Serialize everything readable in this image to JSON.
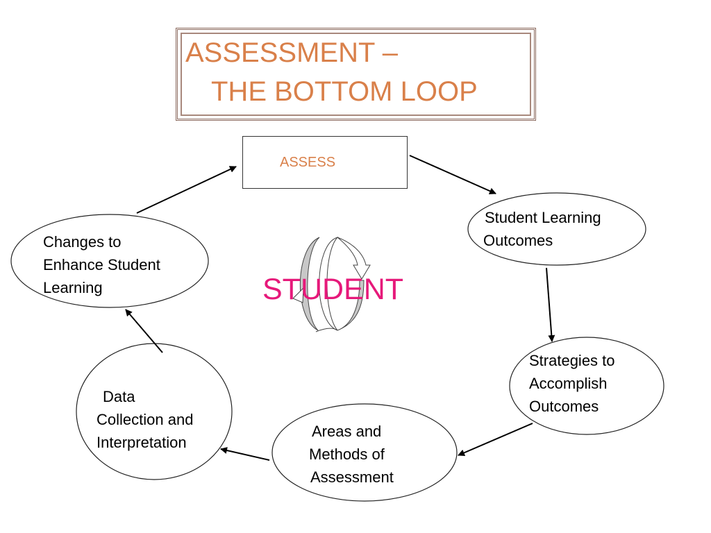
{
  "title": {
    "line1": "ASSESSMENT –",
    "line2": "THE BOTTOM LOOP"
  },
  "top_box": {
    "label": "ASSESS"
  },
  "center": {
    "label": "STUDENT",
    "icon": "circular-arrows-icon"
  },
  "nodes": [
    {
      "id": "slo",
      "lines": [
        "Student Learning",
        "Outcomes"
      ]
    },
    {
      "id": "strategies",
      "lines": [
        "Strategies to",
        "Accomplish",
        "Outcomes"
      ]
    },
    {
      "id": "areas",
      "lines": [
        "Areas and",
        "Methods of",
        "Assessment"
      ]
    },
    {
      "id": "data",
      "lines": [
        "Data",
        "Collection and",
        "Interpretation"
      ]
    },
    {
      "id": "changes",
      "lines": [
        "Changes to",
        "Enhance Student",
        "Learning"
      ]
    }
  ],
  "colors": {
    "title": "#d9804a",
    "assess": "#d9804a",
    "student": "#e6197a",
    "frame": "#8b6a5e",
    "cycle_fill": "#c8c8c8"
  }
}
